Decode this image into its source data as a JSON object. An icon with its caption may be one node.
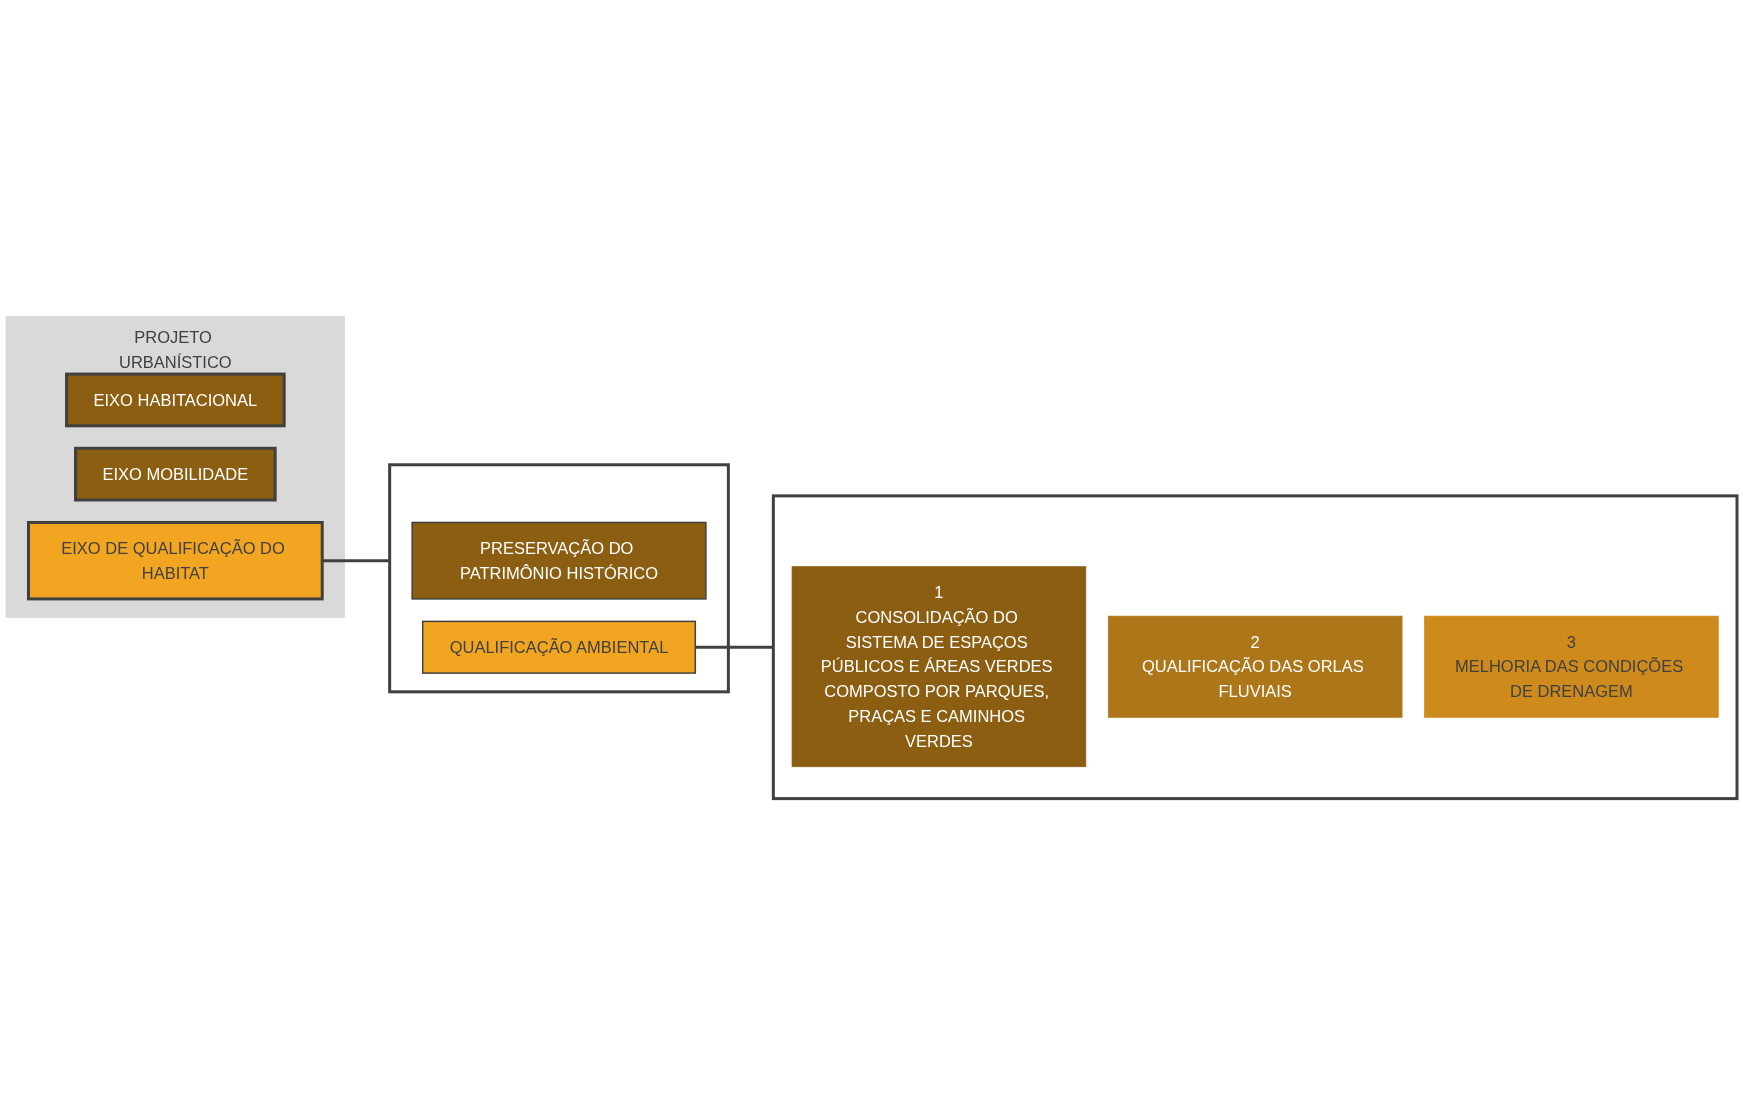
{
  "diagram": {
    "nodes": [
      {
        "text": [
          "PROJETO URBANÍSTICO"
        ]
      },
      {
        "text": [
          "EIXO HABITACIONAL"
        ],
        "in": 0
      },
      {
        "text": [
          "EIXO MOBILIDADE"
        ],
        "in": 0
      },
      {
        "text": [
          "EIXO DE QUALIFICAÇÃO DO HABITAT"
        ],
        "in": 0
      },
      {
        "text": [],
        "shape": "box"
      },
      {
        "text": [
          "PRESERVAÇÃO DO PATRIMÔNIO HISTÓRICO"
        ],
        "in": 4
      },
      {
        "text": [
          "QUALIFICAÇÃO AMBIENTAL"
        ],
        "in": 4
      },
      {
        "text": [],
        "shape": "box"
      },
      {
        "text": [
          "1",
          "CONSOLIDAÇÃO DO SISTEMA DE ESPAÇOS PÚBLICOS E ÁREAS VERDES COMPOSTO POR PARQUES, PRAÇAS E CAMINHOS VERDES"
        ],
        "in": 7
      },
      {
        "text": [
          "2",
          "QUALIFICAÇÃO DAS ORLAS FLUVIAIS"
        ],
        "in": 7
      },
      {
        "text": [
          "3",
          "MELHORIA DAS CONDIÇÕES DE DRENAGEM"
        ],
        "in": 7
      }
    ],
    "edges": [
      {
        "from": 3,
        "to": 4,
        "arrow": "none"
      },
      {
        "from": 6,
        "to": 7,
        "arrow": "none"
      }
    ]
  }
}
